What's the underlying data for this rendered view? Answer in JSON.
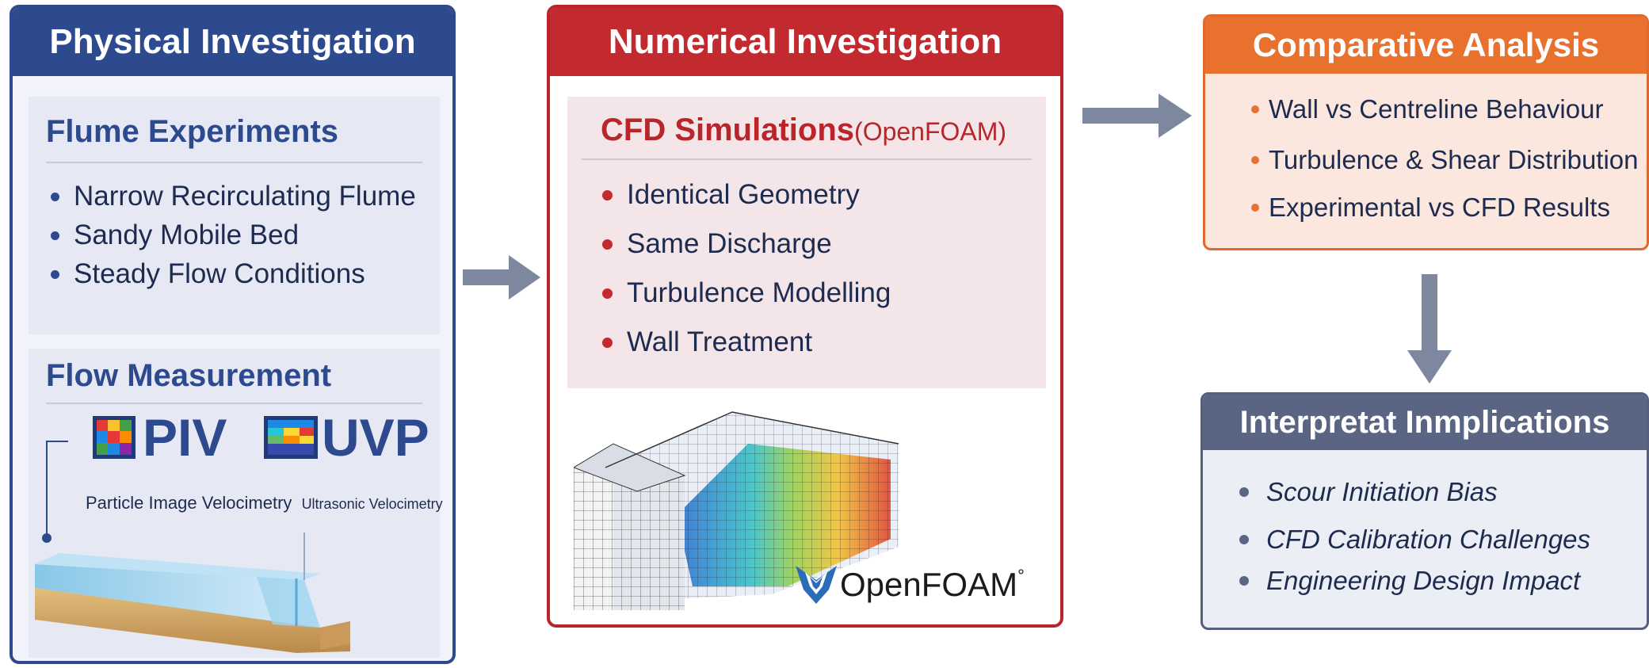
{
  "physical": {
    "title": "Physical Investigation",
    "flume": {
      "title": "Flume Experiments",
      "items": [
        "Narrow Recirculating Flume",
        "Sandy Mobile Bed",
        "Steady Flow Conditions"
      ]
    },
    "flow": {
      "title": "Flow Measurement",
      "piv": "PIV",
      "uvp": "UVP",
      "caption_piv": "Particle Image Velocimetry",
      "caption_uvp": "Ultrasonic Velocimetry"
    }
  },
  "numerical": {
    "title": "Numerical Investigation",
    "cfd_title": "CFD Simulations",
    "cfd_suffix": "(OpenFOAM)",
    "items": [
      "Identical Geometry",
      "Same Discharge",
      "Turbulence Modelling",
      "Wall Treatment"
    ],
    "logo_text": "OpenFOAM",
    "logo_mark": "°"
  },
  "comparative": {
    "title": "Comparative Analysis",
    "items": [
      "Wall vs Centreline Behaviour",
      "Turbulence & Shear Distribution",
      "Experimental vs CFD Results"
    ]
  },
  "interpretation": {
    "title": "Interpretat Inmplications",
    "items": [
      "Scour Initiation Bias",
      "CFD Calibration Challenges",
      "Engineering Design Impact"
    ]
  },
  "colors": {
    "physical": "#2e4a8e",
    "numerical": "#c22a30",
    "comparative": "#e8712e",
    "interpretation": "#5a6483",
    "arrow": "#7d879e"
  },
  "icons": [
    "piv-heatmap-icon",
    "uvp-heatmap-icon",
    "openfoam-logo-icon",
    "flume-illustration",
    "cfd-mesh-illustration"
  ]
}
